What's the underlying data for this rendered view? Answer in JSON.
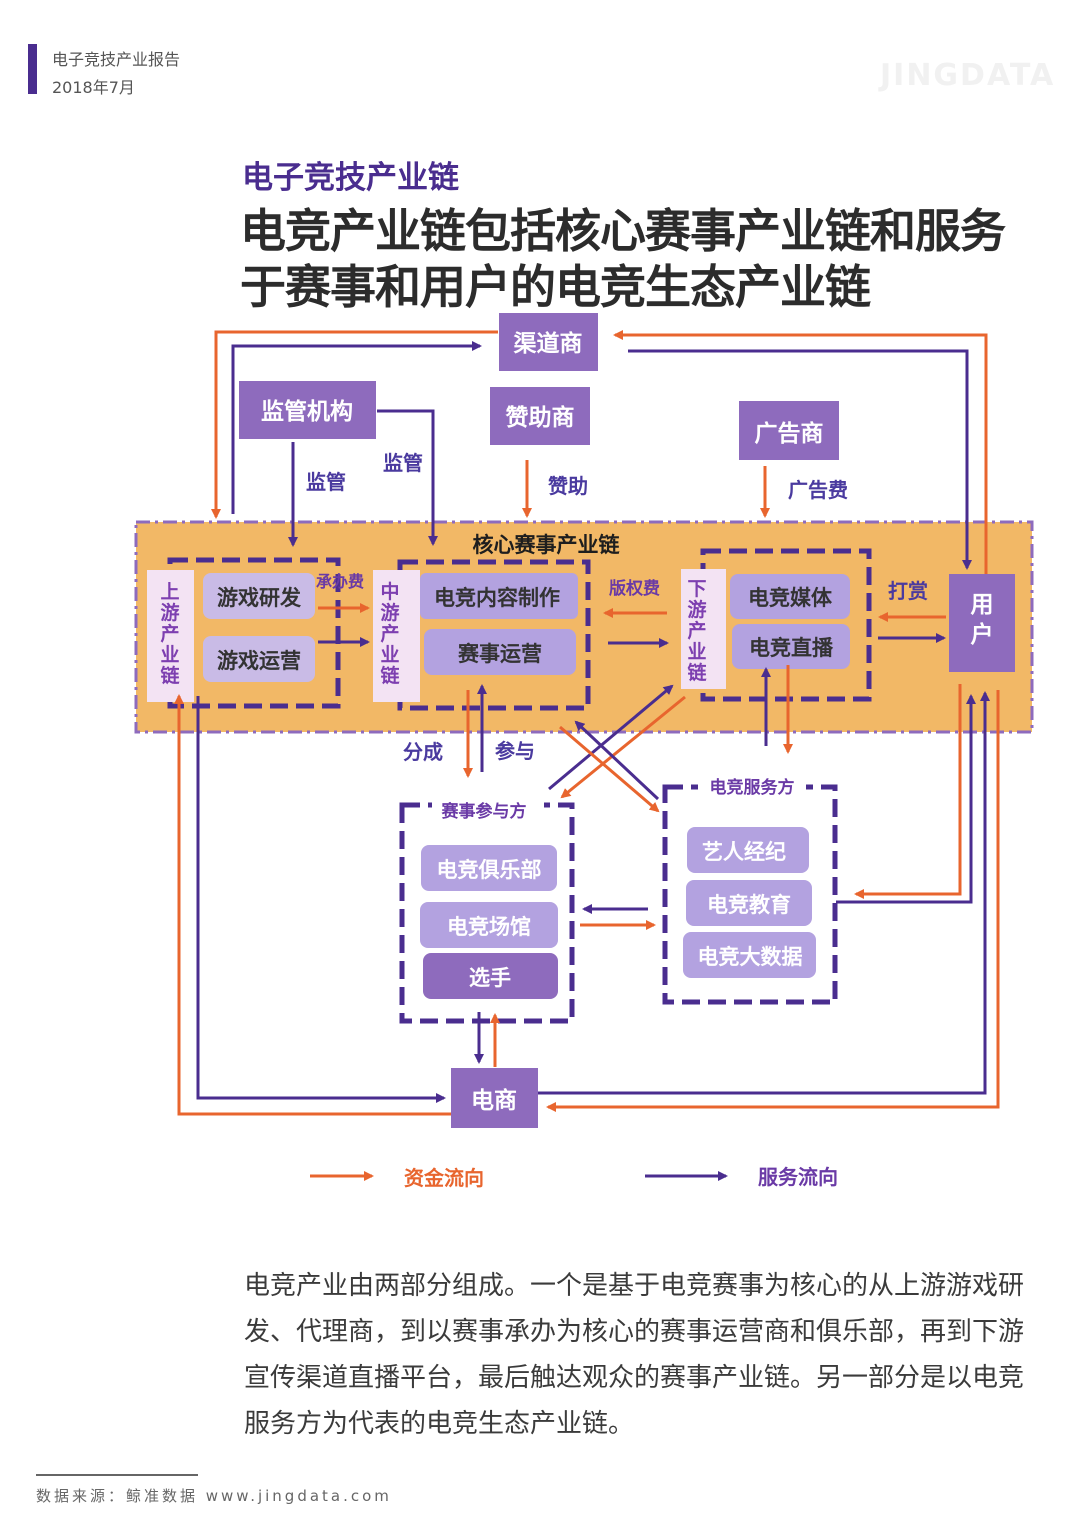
{
  "header": {
    "report_name": "电子竞技产业报告",
    "date": "2018年7月",
    "watermark": "JINGDATA"
  },
  "section_title": "电子竞技产业链",
  "main_title": "电竞产业链包括核心赛事产业链和服务于赛事和用户的电竞生态产业链",
  "colors": {
    "brand_purple": "#4a2d8f",
    "box_purple": "#8e6bbd",
    "money_flow": "#e8652e",
    "service_flow": "#4a2d8f",
    "core_background": "#f2b866",
    "inner_box": "#b3a2e0",
    "label_box": "#f3e3f3"
  },
  "diagram": {
    "nodes": {
      "channel": "渠道商",
      "regulator": "监管机构",
      "sponsor": "赞助商",
      "advertiser": "广告商",
      "user": "用户",
      "ecommerce": "电商"
    },
    "core_chain": {
      "title": "核心赛事产业链",
      "upstream": {
        "label": "上游产业链",
        "items": [
          "游戏研发",
          "游戏运营"
        ]
      },
      "midstream": {
        "label": "中游产业链",
        "items": [
          "电竞内容制作",
          "赛事运营"
        ]
      },
      "downstream": {
        "label": "下游产业链",
        "items": [
          "电竞媒体",
          "电竞直播"
        ]
      }
    },
    "participants": {
      "title": "赛事参与方",
      "items": [
        "电竞俱乐部",
        "电竞场馆",
        "选手"
      ]
    },
    "service_providers": {
      "title": "电竞服务方",
      "items": [
        "艺人经纪",
        "电竞教育",
        "电竞大数据"
      ]
    },
    "flow_labels": {
      "supervise_1": "监管",
      "supervise_2": "监管",
      "sponsorship": "赞助",
      "ad_fee": "广告费",
      "hosting_fee": "承办费",
      "copyright_fee": "版权费",
      "tipping": "打赏",
      "revenue_share": "分成",
      "participate": "参与"
    },
    "legend": {
      "money": "资金流向",
      "service": "服务流向"
    }
  },
  "body_text": "电竞产业由两部分组成。一个是基于电竞赛事为核心的从上游游戏研发、代理商，到以赛事承办为核心的赛事运营商和俱乐部，再到下游宣传渠道直播平台，最后触达观众的赛事产业链。另一部分是以电竞服务方为代表的电竞生态产业链。",
  "footer": {
    "source": "数据来源：鲸准数据 www.jingdata.com"
  }
}
